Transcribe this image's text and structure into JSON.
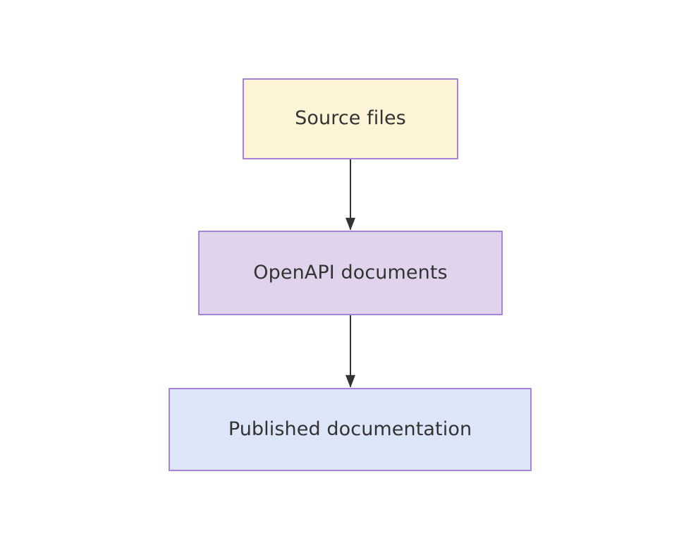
{
  "diagram": {
    "type": "flowchart",
    "direction": "top-to-bottom",
    "background_color": "#ffffff",
    "nodes": [
      {
        "id": "source",
        "label": "Source files",
        "fill_color": "#fdf3d7",
        "border_color": "#a683d8",
        "text_color": "#333333"
      },
      {
        "id": "openapi",
        "label": "OpenAPI documents",
        "fill_color": "#e0d4ec",
        "border_color": "#a683d8",
        "text_color": "#333333"
      },
      {
        "id": "published",
        "label": "Published documentation",
        "fill_color": "#dde5f8",
        "border_color": "#a683d8",
        "text_color": "#333333"
      }
    ],
    "edges": [
      {
        "id": "edge-source-openapi",
        "from": "source",
        "to": "openapi",
        "label": "",
        "color": "#333333",
        "arrowhead": "filled-triangle"
      },
      {
        "id": "edge-openapi-published",
        "from": "openapi",
        "to": "published",
        "label": "",
        "color": "#333333",
        "arrowhead": "filled-triangle"
      }
    ]
  }
}
